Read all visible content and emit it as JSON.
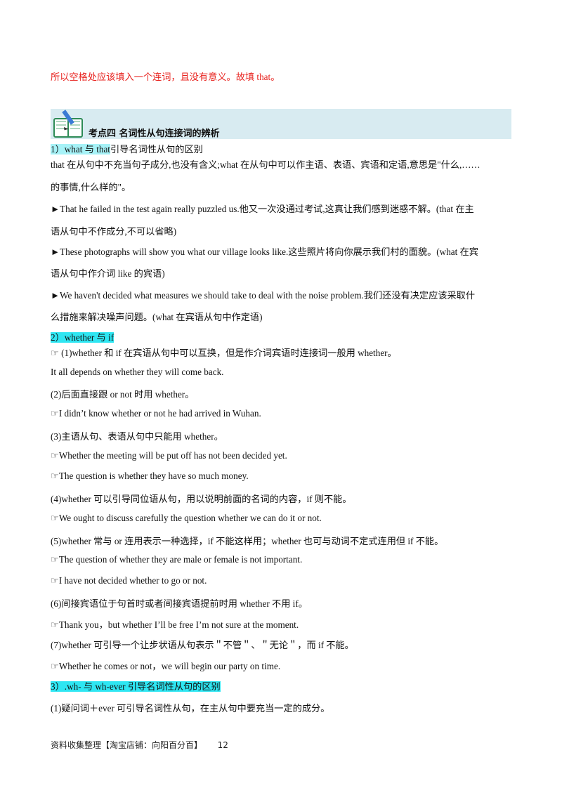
{
  "intro_line": "所以空格处应该填入一个连词，且没有意义。故填 that。",
  "section_heading": "考点四  名词性从句连接词的辨析",
  "sub1": {
    "marker": "1）what  与 that",
    "suffix": "引导名词性从句的区别",
    "lines": [
      "that 在从句中不充当句子成分,也没有含义;what 在从句中可以作主语、表语、宾语和定语,意思是\"什么,……",
      "的事情,什么样的\"。",
      "►That he failed in the test again really puzzled us.他又一次没通过考试,这真让我们感到迷惑不解。(that 在主",
      "语从句中不作成分,不可以省略)",
      "►These photographs will show you what our village looks like.这些照片将向你展示我们村的面貌。(what 在宾",
      "语从句中作介词 like 的宾语)",
      "►We haven't decided what measures we should take to deal with the noise problem.我们还没有决定应该采取什",
      "么措施来解决噪声问题。(what 在宾语从句中作定语)"
    ]
  },
  "sub2": {
    "marker": "2）whether  与 if",
    "lines": [
      "☞ (1)whether 和 if 在宾语从句中可以互换，但是作介词宾语时连接词一般用 whether。",
      "It all depends on whether they will come back.",
      "(2)后面直接跟 or not  时用 whether。",
      "☞I didn’t know whether or not he had arrived in Wuhan.",
      "(3)主语从句、表语从句中只能用 whether。",
      "☞Whether the meeting will be put off has not been decided yet.",
      "☞The question is whether they have so much money.",
      "(4)whether 可以引导同位语从句，用以说明前面的名词的内容，if 则不能。",
      "☞We ought to discuss carefully the question whether we can do it or not.",
      "(5)whether 常与 or 连用表示一种选择，if 不能这样用；whether 也可与动词不定式连用但 if 不能。",
      "☞The question of whether they are male or female is not important.",
      "☞I have not decided whether to go or not.",
      "(6)间接宾语位于句首时或者间接宾语提前时用 whether 不用 if。",
      "☞Thank you，but whether I’ll be free I’m not sure at the moment.",
      "(7)whether 可引导一个让步状语从句表示＂不管＂、＂无论＂，而 if 不能。",
      "☞Whether he comes or not，we will begin our party on time."
    ]
  },
  "sub3": {
    "marker": "3）.wh- 与 wh-ever 引导名词性从句的区别",
    "lines": [
      "(1)疑问词＋ever 可引导名词性从句，在主从句中要充当一定的成分。"
    ]
  },
  "footer": {
    "source": "资料收集整理【淘宝店铺：向阳百分百】",
    "page_number": "12"
  },
  "colors": {
    "answer_red": "#e8231f",
    "highlight": "#2ee6f2",
    "banner_bg": "#d8ebf1"
  },
  "icons": {
    "banner": "book-pencil-icon"
  }
}
